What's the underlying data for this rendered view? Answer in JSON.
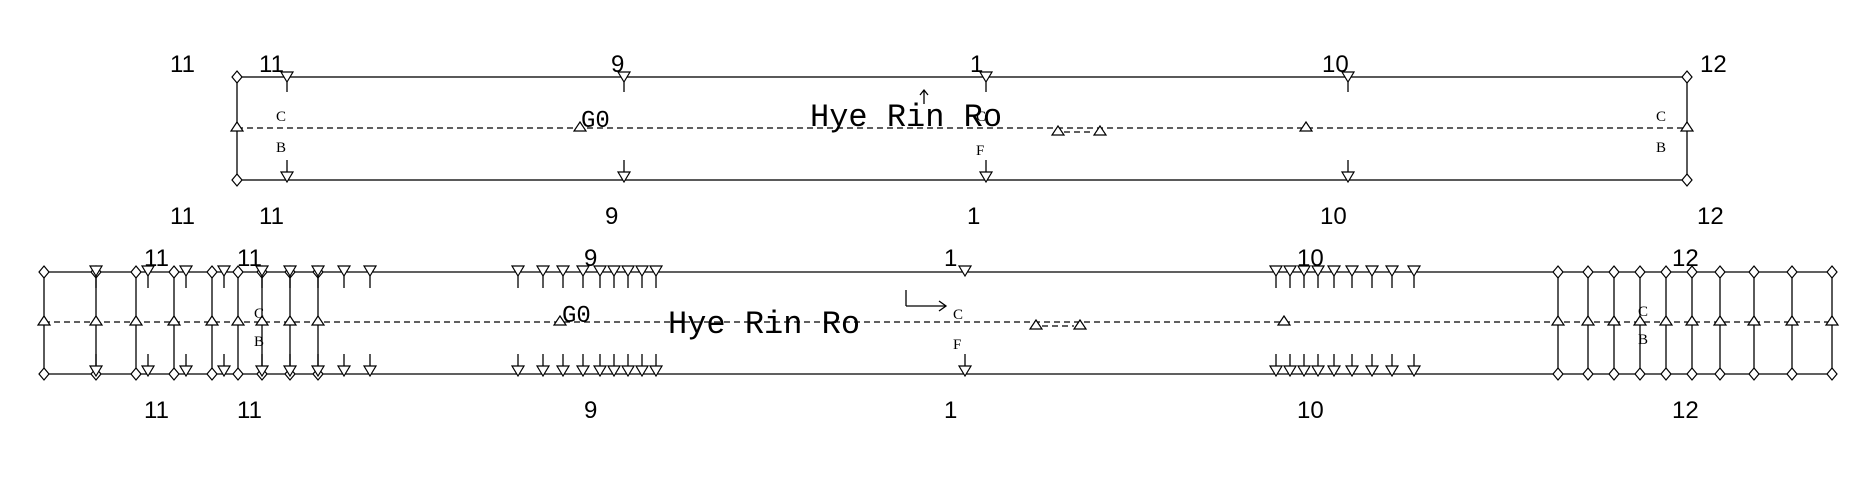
{
  "panel_top": {
    "grid_top": [
      "11",
      "11",
      "9",
      "1",
      "10",
      "12"
    ],
    "grid_bottom": [
      "11",
      "11",
      "9",
      "1",
      "10",
      "12"
    ],
    "title": "Hye Rin Ro",
    "group_label": "G0",
    "mid_marks": {
      "left_c": "C",
      "left_b": "B",
      "center_c": "C",
      "center_f": "F",
      "right_c": "C",
      "right_b": "B"
    }
  },
  "panel_bottom": {
    "grid_top": [
      "11",
      "11",
      "9",
      "1",
      "10",
      "12"
    ],
    "grid_bottom": [
      "11",
      "11",
      "9",
      "1",
      "10",
      "12"
    ],
    "title": "Hye Rin Ro",
    "group_label": "G0",
    "mid_marks": {
      "left_c": "C",
      "left_b": "B",
      "center_c": "C",
      "center_f": "F",
      "right_c": "C",
      "right_b": "B"
    }
  }
}
